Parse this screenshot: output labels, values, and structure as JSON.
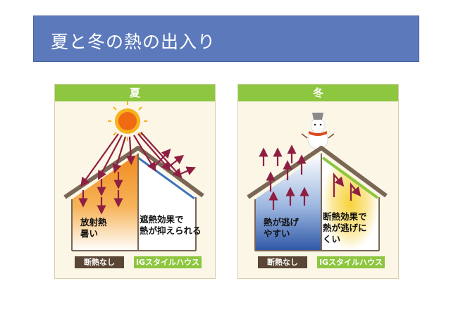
{
  "title": "夏と冬の熱の出入り",
  "summer": {
    "heading": "夏",
    "left_text": "放射熱\n暑い",
    "right_text": "遮熱効果で\n熱が抑えられる",
    "tag_left": "断熱なし",
    "tag_right": "IGスタイルハウス"
  },
  "winter": {
    "heading": "冬",
    "left_text": "熱が逃げ\nやすい",
    "right_text": "断熱効果で\n熱が逃げに\nくい",
    "tag_left": "断熱なし",
    "tag_right": "IGスタイルハウス"
  },
  "colors": {
    "title_bar": "#5b79bb",
    "panel_header": "#8dc63f",
    "arrow": "#8e1f43",
    "roof": "#7a6654",
    "heat_orange": "#f08a1c",
    "cold_blue": "#2f57a6",
    "warm_yellow": "#f7d33a",
    "tag_dark": "#5a4634",
    "tag_green": "#8dc63f"
  },
  "icons": [
    "sun-icon",
    "snowman-icon"
  ]
}
